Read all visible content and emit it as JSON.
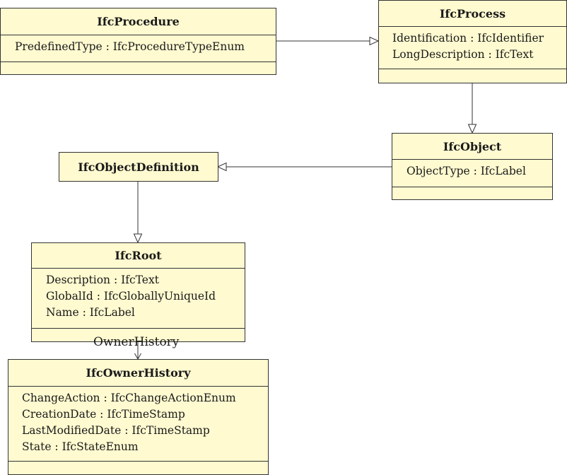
{
  "classes": {
    "procedure": {
      "name": "IfcProcedure",
      "attributes": [
        "PredefinedType : IfcProcedureTypeEnum"
      ]
    },
    "process": {
      "name": "IfcProcess",
      "attributes": [
        "Identification : IfcIdentifier",
        "LongDescription : IfcText"
      ]
    },
    "object": {
      "name": "IfcObject",
      "attributes": [
        "ObjectType : IfcLabel"
      ]
    },
    "objectdef": {
      "name": "IfcObjectDefinition"
    },
    "root": {
      "name": "IfcRoot",
      "attributes": [
        "Description : IfcText",
        "GlobalId : IfcGloballyUniqueId",
        "Name : IfcLabel"
      ]
    },
    "ownerhistory": {
      "name": "IfcOwnerHistory",
      "attributes": [
        "ChangeAction : IfcChangeActionEnum",
        "CreationDate : IfcTimeStamp",
        "LastModifiedDate : IfcTimeStamp",
        "State : IfcStateEnum"
      ]
    }
  },
  "associations": {
    "owner_history": "OwnerHistory"
  },
  "colors": {
    "class_fill": "#fffad0",
    "stroke": "#333333"
  }
}
